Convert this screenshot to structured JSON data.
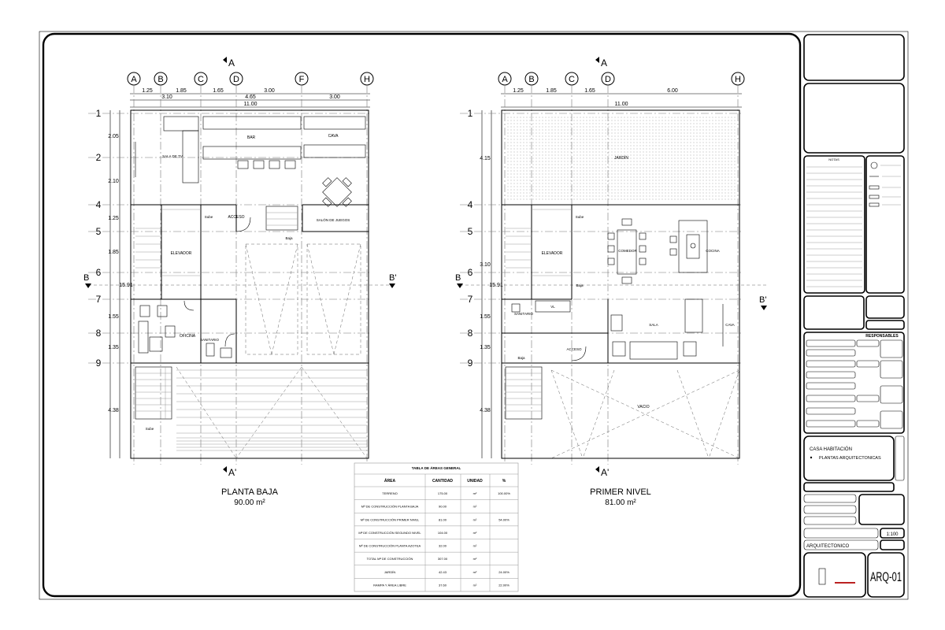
{
  "plans": {
    "ground": {
      "name": "PLANTA BAJA",
      "area": "90.00 m²",
      "section_top": "A",
      "section_bottom": "A'",
      "section_left": "B",
      "section_right": "B'",
      "cols": [
        "A",
        "B",
        "C",
        "D",
        "F",
        "H"
      ],
      "top_dims_row1": [
        "1.25",
        "1.85",
        "1.65",
        "3.00"
      ],
      "top_dims_row2": [
        "3.10",
        "4.65",
        "3.00"
      ],
      "total_width": "11.00",
      "rows": [
        "1",
        "2",
        "4",
        "5",
        "6",
        "7",
        "8",
        "9"
      ],
      "row_dims": [
        "2.05",
        "2.10",
        "1.25",
        "1.85",
        "1.55",
        "1.35",
        "4.38"
      ],
      "total_depth": "15.91",
      "rooms": {
        "bar": "BAR",
        "cava": "CAVA",
        "sala_tv": "SALA DE TV",
        "salon": "SALÓN DE JUEGOS",
        "elevador": "ELEVADOR",
        "acceso": "ACCESO",
        "sube": "Sube",
        "baja": "Baja",
        "oficina": "OFICINA",
        "sanitario": "SANITARIO",
        "sube2": "Sube"
      }
    },
    "first": {
      "name": "PRIMER NIVEL",
      "area": "81.00 m²",
      "section_top": "A",
      "section_bottom": "A'",
      "section_left": "B",
      "section_right": "B'",
      "cols": [
        "A",
        "B",
        "C",
        "D",
        "H"
      ],
      "top_dims_row1": [
        "1.25",
        "1.85",
        "1.65",
        "6.00"
      ],
      "total_width": "11.00",
      "rows": [
        "1",
        "4",
        "5",
        "6",
        "7",
        "8",
        "9"
      ],
      "row_dims": [
        "4.15",
        "3.10",
        "1.55",
        "1.35",
        "4.38"
      ],
      "total_depth": "15.91",
      "rooms": {
        "jardin": "JARDÍN",
        "sube": "Sube",
        "elevador": "ELEVADOR",
        "comedor": "COMEDOR",
        "cocina": "COCINA",
        "baja": "Baja",
        "sanitario": "SANITARIO",
        "vl": "VL",
        "sala": "SALA",
        "cava": "CAVA",
        "acceso": "ACCESO",
        "baja2": "Baja",
        "vacio": "VACIO"
      }
    }
  },
  "areas_table": {
    "title": "TABLA DE ÁREAS GENERAL",
    "headers": [
      "ÁREA",
      "CANTIDAD",
      "UNIDAD",
      "%"
    ],
    "rows": [
      [
        "TERRENO",
        "175.00",
        "m²",
        "100.00%"
      ],
      [
        "Mª DE CONSTRUCCIÓN PLANTA BAJA",
        "90.00",
        "m²",
        ""
      ],
      [
        "Mª DE CONSTRUCCIÓN PRIMER NIVEL",
        "81.00",
        "m²",
        "54.00%"
      ],
      [
        "Mª DE CONSTRUCCIÓN SEGUNDO NIVEL",
        "104.00",
        "m²",
        ""
      ],
      [
        "Mª DE CONSTRUCCIÓN PLANTA AZOTEA",
        "32.00",
        "m²",
        ""
      ],
      [
        "TOTAL Mª DE CONSTRUCCIÓN",
        "307.00",
        "m²",
        ""
      ],
      [
        "JARDÍN",
        "42.43",
        "m²",
        "24.00%"
      ],
      [
        "RAMPA Y ÁREA LIBRE",
        "37.60",
        "m²",
        "22.00%"
      ]
    ]
  },
  "title_block": {
    "notas": "NOTAS",
    "responsables": "RESPONSABLES",
    "project": "CASA HABITACIÓN",
    "bullet": "PLANTAS ARQUITECTONICAS",
    "discipline": "ARQUITECTONICO",
    "sheet_code": "ARQ-01",
    "scale": "1:100"
  }
}
